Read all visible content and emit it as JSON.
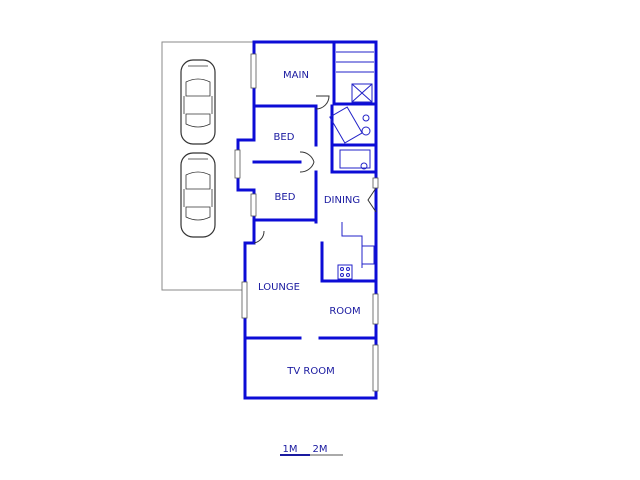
{
  "rooms": {
    "main": "MAIN",
    "bed_top": "BED",
    "bed_bottom": "BED",
    "dining": "DINING",
    "lounge": "LOUNGE",
    "room": "ROOM",
    "tv_room": "TV ROOM"
  },
  "scale": {
    "label_1m": "1M",
    "label_2m": "2M"
  },
  "colors": {
    "wall": "#0c0cd6",
    "label": "#1a1aa0",
    "outline": "#8a8a8a"
  }
}
